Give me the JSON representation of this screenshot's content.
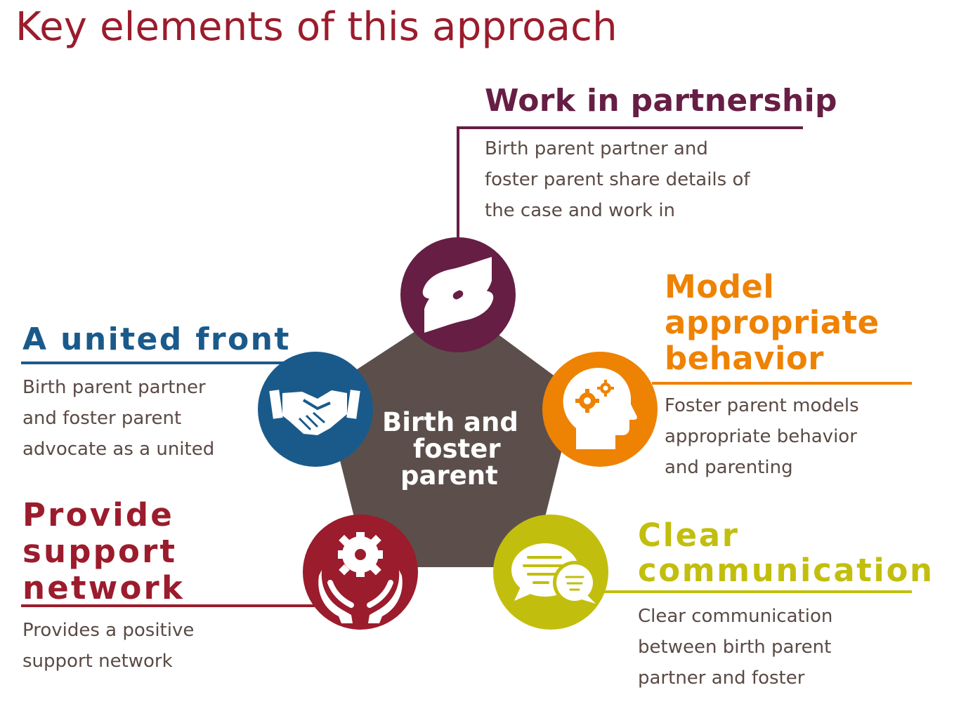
{
  "title": "Key elements of this approach",
  "center": {
    "line1": "Birth and",
    "line2": "foster",
    "line3": "parent",
    "color": "#5c4f4b"
  },
  "elements": {
    "partnership": {
      "heading": "Work in partnership",
      "desc_line1": "Birth parent partner and",
      "desc_line2": "foster parent share details of",
      "desc_line3": "the case and work in",
      "color": "#661e44",
      "icon": "hands-icon"
    },
    "model": {
      "heading_line1": "Model",
      "heading_line2": "appropriate",
      "heading_line3": "behavior",
      "desc_line1": "Foster parent models",
      "desc_line2": "appropriate behavior",
      "desc_line3": "and parenting",
      "color": "#ee8203",
      "icon": "head-gears-icon"
    },
    "united": {
      "heading": "A united front",
      "desc_line1": "Birth parent partner",
      "desc_line2": "and foster parent",
      "desc_line3": "advocate as a united",
      "color": "#1a5a8a",
      "icon": "handshake-icon"
    },
    "support": {
      "heading_line1": "Provide",
      "heading_line2": "support",
      "heading_line3": "network",
      "desc_line1": "Provides a positive",
      "desc_line2": "support network",
      "color": "#9b1c2c",
      "icon": "gear-hands-icon"
    },
    "communication": {
      "heading_line1": "Clear",
      "heading_line2": "communication",
      "desc_line1": "Clear communication",
      "desc_line2": "between birth parent",
      "desc_line3": "partner and foster",
      "color": "#c2be0e",
      "icon": "chat-bubbles-icon"
    }
  }
}
